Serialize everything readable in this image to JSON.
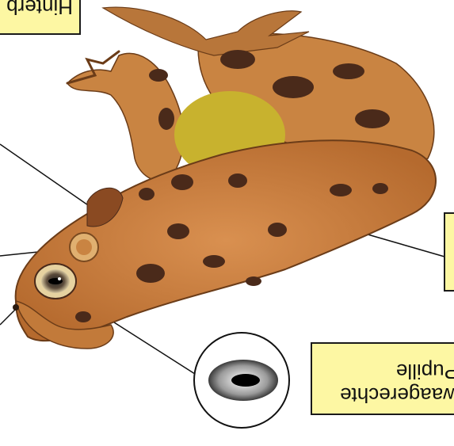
{
  "labels": {
    "top_left": "Hinterb",
    "pupil": "waagerechte Pupille",
    "right_edge": ""
  },
  "colors": {
    "background": "#ffffff",
    "label_fill": "#fdf7a3",
    "label_border": "#1a1a1a",
    "frog_skin": "#c9803f",
    "frog_spots": "#4a2a1a",
    "belly": "#c8b22e"
  },
  "orientation": "rotated-180"
}
